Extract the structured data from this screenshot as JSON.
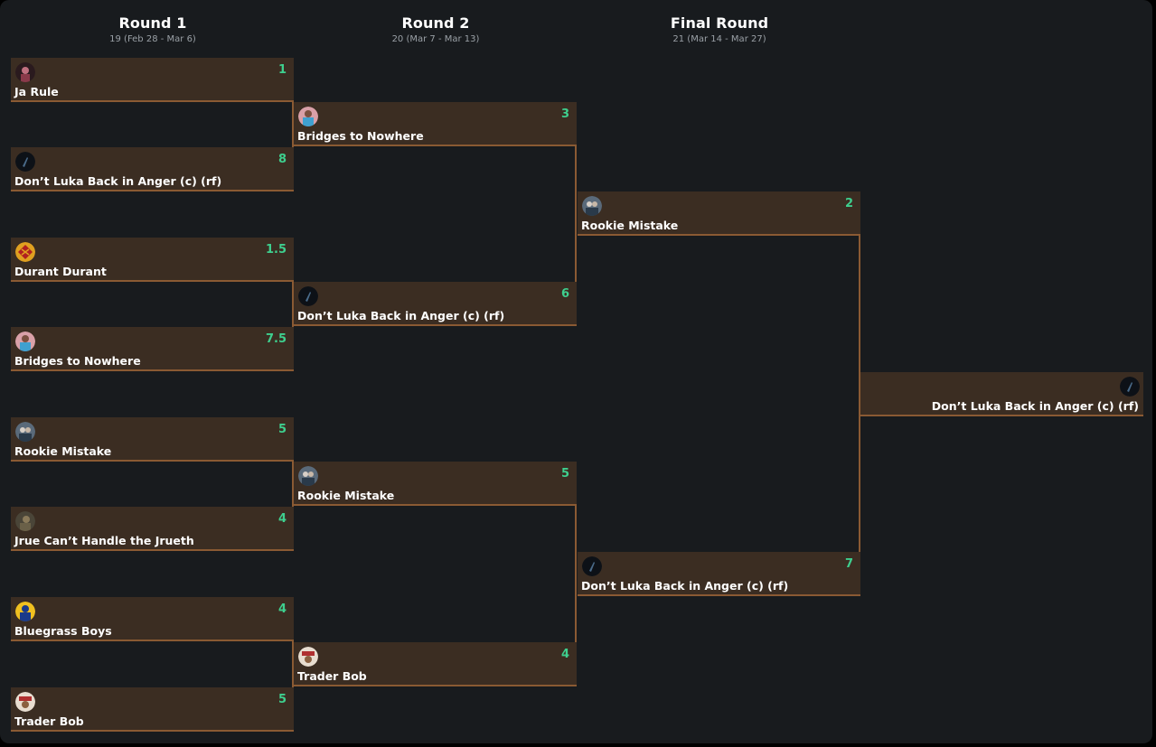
{
  "rounds": [
    {
      "title": "Round 1",
      "dates": "19 (Feb 28 - Mar 6)"
    },
    {
      "title": "Round 2",
      "dates": "20 (Mar 7 - Mar 13)"
    },
    {
      "title": "Final Round",
      "dates": "21 (Mar 14 - Mar 27)"
    }
  ],
  "matches": {
    "r1": [
      {
        "team": "Ja Rule",
        "score": "1",
        "avatar": "ja-rule-avatar"
      },
      {
        "team": "Don’t Luka Back in Anger (c) (rf)",
        "score": "8",
        "avatar": "luka-avatar"
      },
      {
        "team": "Durant Durant",
        "score": "1.5",
        "avatar": "durant-durant-avatar"
      },
      {
        "team": "Bridges to Nowhere",
        "score": "7.5",
        "avatar": "bridges-avatar"
      },
      {
        "team": "Rookie Mistake",
        "score": "5",
        "avatar": "rookie-mistake-avatar"
      },
      {
        "team": "Jrue Can’t Handle the Jrueth",
        "score": "4",
        "avatar": "jrue-avatar"
      },
      {
        "team": "Bluegrass Boys",
        "score": "4",
        "avatar": "bluegrass-avatar"
      },
      {
        "team": "Trader Bob",
        "score": "5",
        "avatar": "trader-bob-avatar"
      }
    ],
    "r2": [
      {
        "team": "Bridges to Nowhere",
        "score": "3",
        "avatar": "bridges-avatar"
      },
      {
        "team": "Don’t Luka Back in Anger (c) (rf)",
        "score": "6",
        "avatar": "luka-avatar"
      },
      {
        "team": "Rookie Mistake",
        "score": "5",
        "avatar": "rookie-mistake-avatar"
      },
      {
        "team": "Trader Bob",
        "score": "4",
        "avatar": "trader-bob-avatar"
      }
    ],
    "r3": [
      {
        "team": "Rookie Mistake",
        "score": "2",
        "avatar": "rookie-mistake-avatar"
      },
      {
        "team": "Don’t Luka Back in Anger (c) (rf)",
        "score": "7",
        "avatar": "luka-avatar"
      }
    ],
    "champion": {
      "team": "Don’t Luka Back in Anger (c) (rf)",
      "avatar": "luka-avatar"
    }
  },
  "colors": {
    "background": "#181b1e",
    "card": "#3b2d22",
    "card_border": "#8a5a33",
    "score": "#3ecf8e",
    "connector": "#8a5a33"
  }
}
